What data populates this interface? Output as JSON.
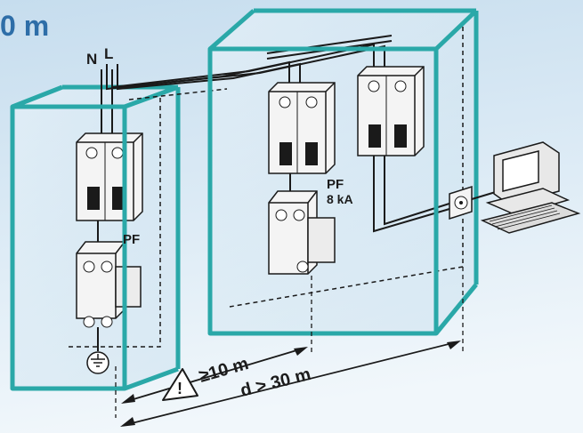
{
  "title": "0 m",
  "labels": {
    "neutral": "N",
    "line": "L",
    "pf_left": "PF",
    "pf_right": "PF",
    "rating": "8 kA",
    "distance_min": "≥10 m",
    "distance_total": "d > 30 m"
  },
  "colors": {
    "title": "#2e6ea8",
    "enclosure": "#2aa8a8",
    "background_top": "#cfe3f1",
    "background_bottom": "#eef6fb",
    "device": "#f4f4f4",
    "wire": "#1a1a1a"
  },
  "icons": [
    "warning-triangle-icon",
    "ground-symbol-icon",
    "computer-icon",
    "socket-icon"
  ]
}
